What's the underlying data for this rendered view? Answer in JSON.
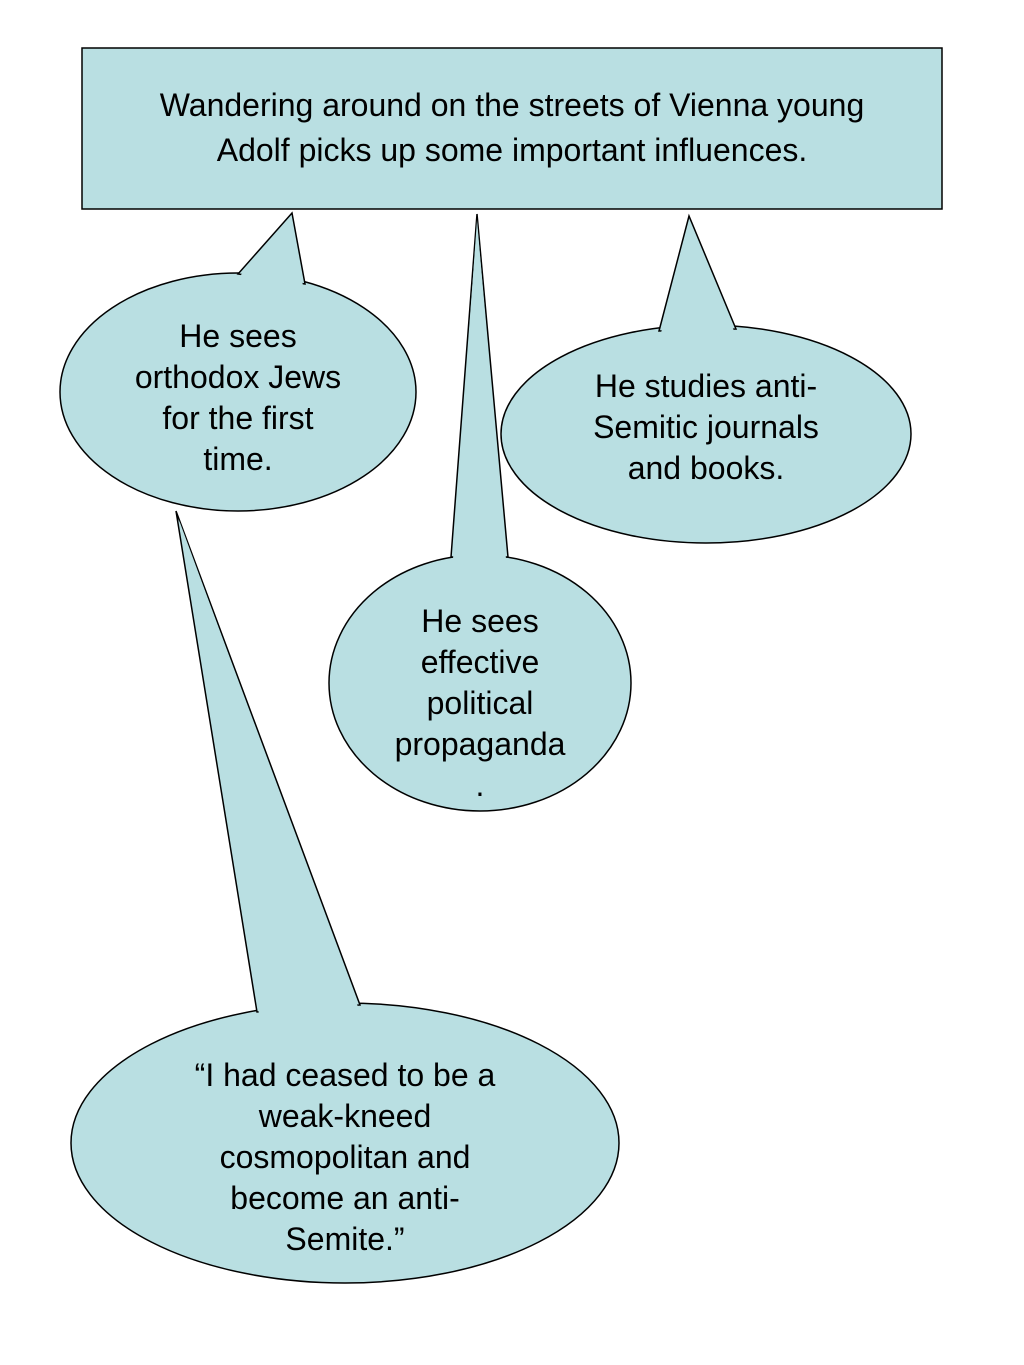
{
  "colors": {
    "fill": "#b9dfe2",
    "stroke": "#000000",
    "background": "#ffffff"
  },
  "title_box": {
    "text": "Wandering around on the streets of Vienna young\nAdolf picks up some important influences."
  },
  "bubbles": [
    {
      "text": "He sees\northodox Jews\nfor the first\ntime."
    },
    {
      "text": "He sees\neffective\npolitical\npropaganda\n."
    },
    {
      "text": "He studies anti-\nSemitic journals\nand books."
    },
    {
      "text": "“I had ceased to be a\nweak-kneed\ncosmopolitan and\nbecome an anti-\nSemite.”"
    }
  ]
}
